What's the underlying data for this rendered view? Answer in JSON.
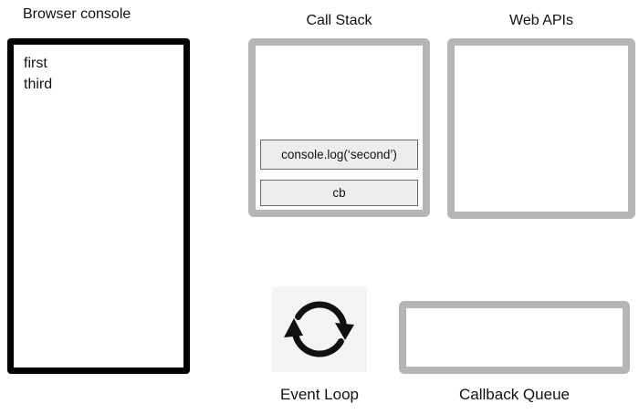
{
  "diagram": {
    "browser_console": {
      "title": "Browser console",
      "lines": [
        "first",
        "third"
      ]
    },
    "call_stack": {
      "title": "Call Stack",
      "frames": [
        "console.log(‘second’)",
        "cb"
      ]
    },
    "web_apis": {
      "title": "Web APIs"
    },
    "event_loop": {
      "label": "Event Loop",
      "icon": "loop-arrows-icon"
    },
    "callback_queue": {
      "label": "Callback Queue"
    }
  },
  "colors": {
    "background": "#ffffff",
    "text": "#111111",
    "console_border": "#000000",
    "gray_box_border": "#b5b5b5",
    "frame_fill": "#ededed",
    "frame_border": "#6b6b6b",
    "icon_background": "#f4f4f4",
    "icon_stroke": "#111111"
  }
}
